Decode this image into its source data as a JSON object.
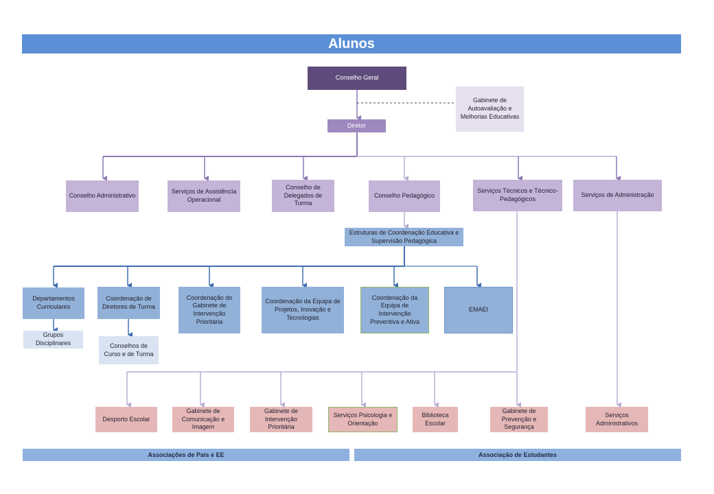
{
  "title": "Alunos",
  "nodes": {
    "conselho_geral": "Conselho Geral",
    "gabinete_autoavaliacao": "Gabinete de Autoavaliação e Melhorias Educativas",
    "diretor": "Diretor",
    "conselho_administrativo": "Conselho Administrativo",
    "servicos_assistencia": "Serviços de Assistência Operacional",
    "conselho_delegados": "Conselho de Delegados de Turma",
    "conselho_pedagogico": "Conselho Pedagógico",
    "servicos_tecnicos": "Serviços Técnicos e Técnico-Pedagógicos",
    "servicos_administracao": "Serviços de Administração",
    "estruturas_coordenacao": "Estruturas de Coordenação Educativa e Supervisão Pedagógica",
    "departamentos_curriculares": "Departamentos Curriculares",
    "grupos_disciplinares": "Grupos Disciplinares",
    "coordenacao_diretores": "Coordenação de Diretores de Turma",
    "conselhos_curso": "Conselhos de Curso e de Turma",
    "coordenacao_gabinete": "Coordenação do Gabinete de Intervenção Prioritária",
    "coordenacao_projetos": "Coordenação da Equipa de Projetos, Inovação e Tecnologias",
    "coordenacao_preventiva": "Coordenação da Equipa de Intervenção Preventiva e Ativa",
    "emaei": "EMAEI",
    "desporto_escolar": "Desporto Escolar",
    "gabinete_comunicacao": "Gabinete de Comunicação e Imagem",
    "gabinete_intervencao": "Gabinete de Intervenção Prioritária",
    "servicos_psicologia": "Serviços Psicologia e Orientação",
    "biblioteca_escolar": "Biblioteca Escolar",
    "gabinete_prevencao": "Gabinete de Prevenção e Segurança",
    "servicos_administrativos": "Serviços Administrativos"
  },
  "footer": {
    "associacoes_pais": "Associações de Pais e EE",
    "associacao_estudantes": "Associação de Estudantes"
  },
  "colors": {
    "title_bar": "#5b8fd6",
    "dark_purple": "#5f4b7b",
    "lilac": "#c3b4d8",
    "blue": "#92b1d8",
    "pink": "#e6b7b7",
    "connector_purple": "#8e78b4",
    "connector_blue": "#3f6fb0"
  }
}
